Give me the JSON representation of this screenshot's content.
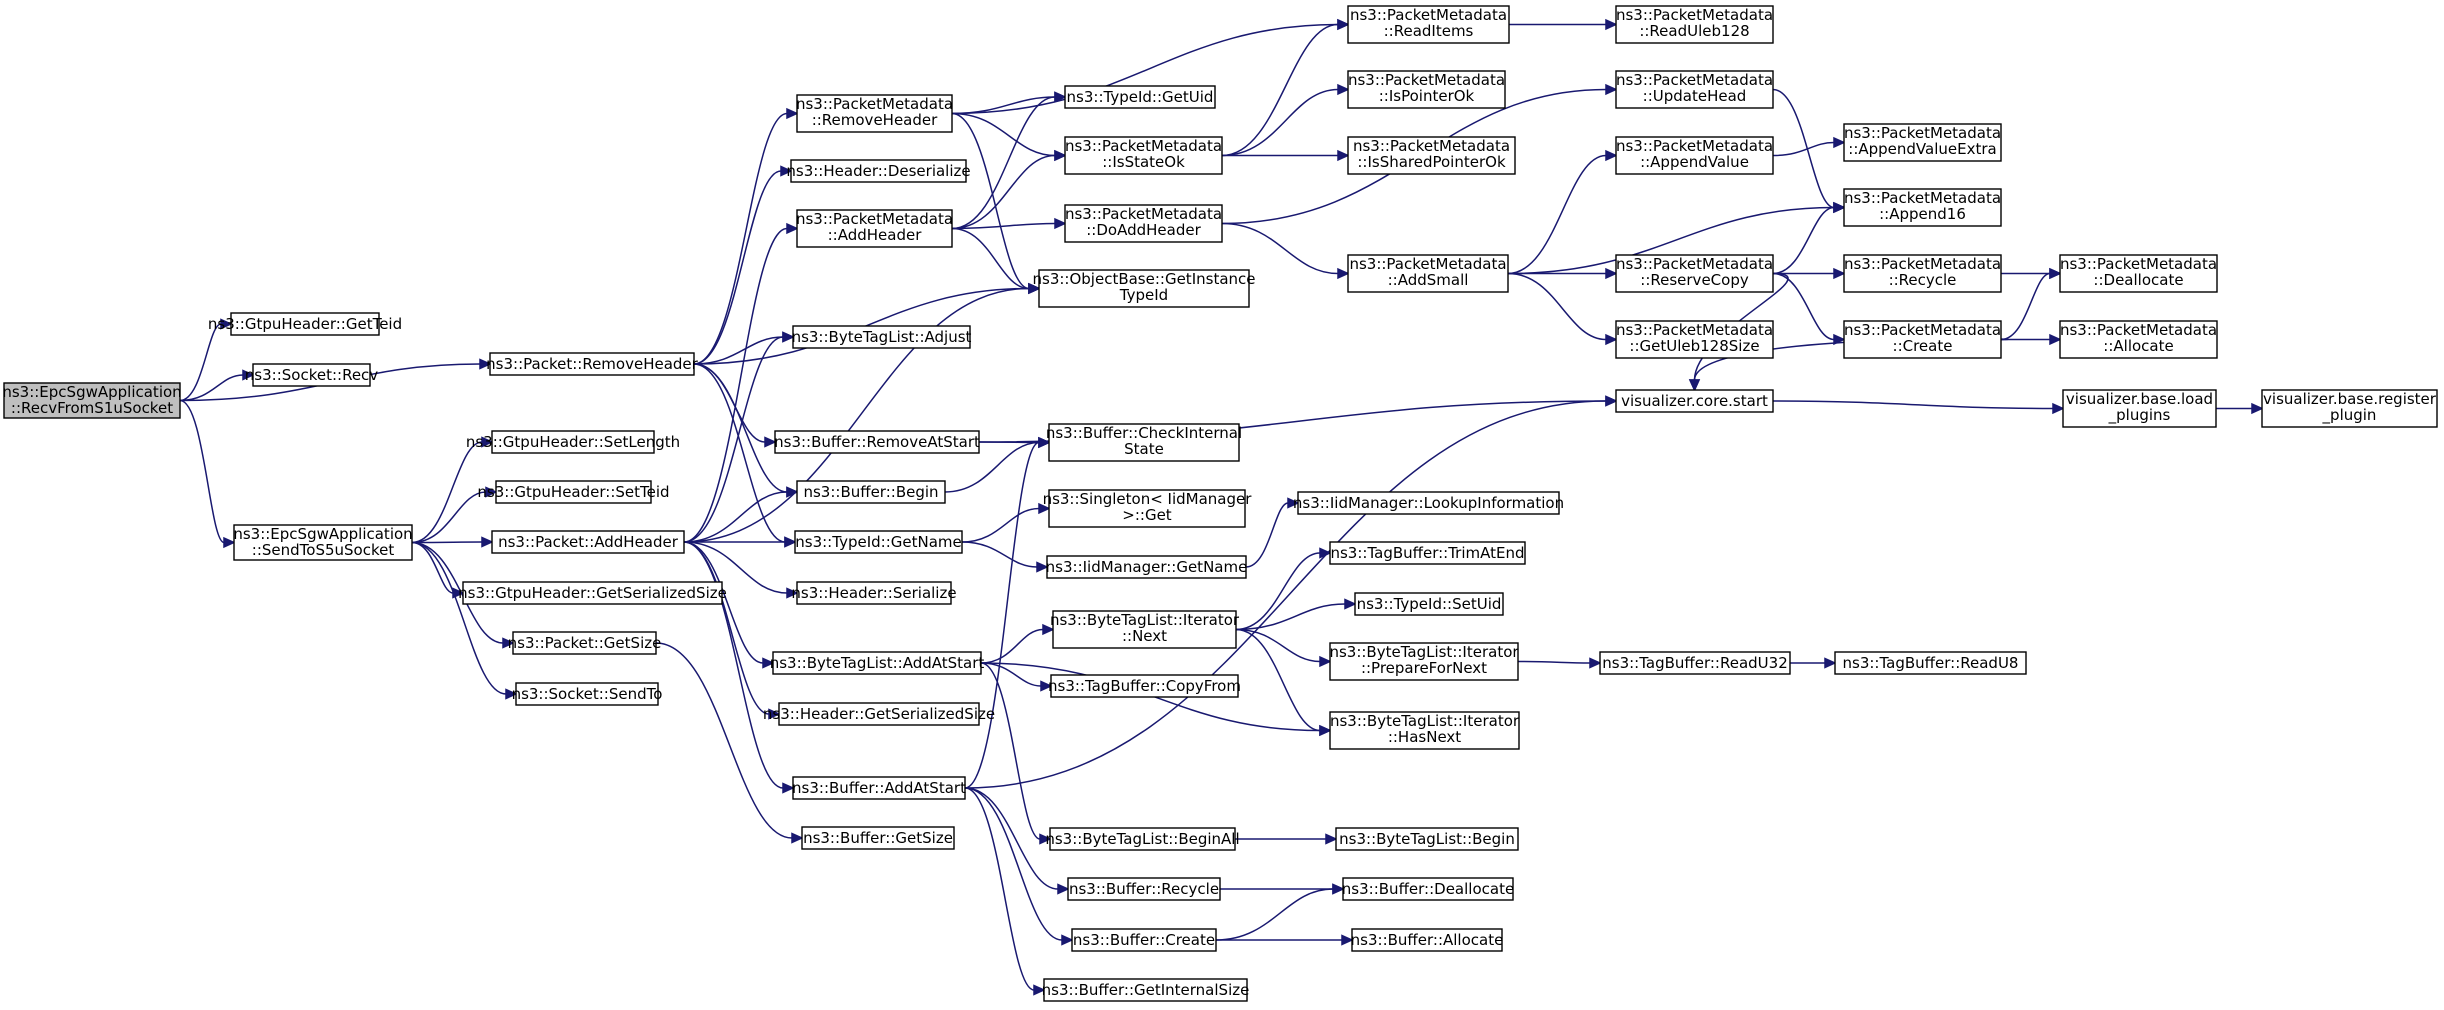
{
  "colors": {
    "edge": "#191970",
    "node_fill": "#ffffff",
    "root_fill": "#bfbfbf",
    "node_stroke": "#000000"
  },
  "nodes": [
    {
      "id": "recv_s1u",
      "lines": [
        "ns3::EpcSgwApplication",
        "::RecvFromS1uSocket"
      ],
      "root": true
    },
    {
      "id": "gtpu_getteid",
      "lines": [
        "ns3::GtpuHeader::GetTeid"
      ]
    },
    {
      "id": "socket_recv",
      "lines": [
        "ns3::Socket::Recv"
      ]
    },
    {
      "id": "pkt_removeheader",
      "lines": [
        "ns3::Packet::RemoveHeader"
      ]
    },
    {
      "id": "send_s5u",
      "lines": [
        "ns3::EpcSgwApplication",
        "::SendToS5uSocket"
      ]
    },
    {
      "id": "gtpu_setlength",
      "lines": [
        "ns3::GtpuHeader::SetLength"
      ]
    },
    {
      "id": "gtpu_setteid",
      "lines": [
        "ns3::GtpuHeader::SetTeid"
      ]
    },
    {
      "id": "pkt_addheader",
      "lines": [
        "ns3::Packet::AddHeader"
      ]
    },
    {
      "id": "gtpu_getsersize",
      "lines": [
        "ns3::GtpuHeader::GetSerializedSize"
      ]
    },
    {
      "id": "pkt_getsize",
      "lines": [
        "ns3::Packet::GetSize"
      ]
    },
    {
      "id": "socket_sendto",
      "lines": [
        "ns3::Socket::SendTo"
      ]
    },
    {
      "id": "pm_removeheader",
      "lines": [
        "ns3::PacketMetadata",
        "::RemoveHeader"
      ]
    },
    {
      "id": "hdr_deserialize",
      "lines": [
        "ns3::Header::Deserialize"
      ]
    },
    {
      "id": "pm_addheader",
      "lines": [
        "ns3::PacketMetadata",
        "::AddHeader"
      ]
    },
    {
      "id": "btl_adjust",
      "lines": [
        "ns3::ByteTagList::Adjust"
      ]
    },
    {
      "id": "buf_removeatstart",
      "lines": [
        "ns3::Buffer::RemoveAtStart"
      ]
    },
    {
      "id": "buf_begin",
      "lines": [
        "ns3::Buffer::Begin"
      ]
    },
    {
      "id": "typeid_getname",
      "lines": [
        "ns3::TypeId::GetName"
      ]
    },
    {
      "id": "hdr_serialize",
      "lines": [
        "ns3::Header::Serialize"
      ]
    },
    {
      "id": "btl_addatstart",
      "lines": [
        "ns3::ByteTagList::AddAtStart"
      ]
    },
    {
      "id": "hdr_getsersize",
      "lines": [
        "ns3::Header::GetSerializedSize"
      ]
    },
    {
      "id": "buf_addatstart",
      "lines": [
        "ns3::Buffer::AddAtStart"
      ]
    },
    {
      "id": "buf_getsize",
      "lines": [
        "ns3::Buffer::GetSize"
      ]
    },
    {
      "id": "typeid_getuid",
      "lines": [
        "ns3::TypeId::GetUid"
      ]
    },
    {
      "id": "pm_isstateok",
      "lines": [
        "ns3::PacketMetadata",
        "::IsStateOk"
      ]
    },
    {
      "id": "pm_doaddheader",
      "lines": [
        "ns3::PacketMetadata",
        "::DoAddHeader"
      ]
    },
    {
      "id": "objbase_getinstancetypeid",
      "lines": [
        "ns3::ObjectBase::GetInstance",
        "TypeId"
      ]
    },
    {
      "id": "buf_checkinternalstate",
      "lines": [
        "ns3::Buffer::CheckInternal",
        "State"
      ]
    },
    {
      "id": "singleton_get",
      "lines": [
        "ns3::Singleton< IidManager",
        ">::Get"
      ]
    },
    {
      "id": "iid_getname",
      "lines": [
        "ns3::IidManager::GetName"
      ]
    },
    {
      "id": "btl_iter_next",
      "lines": [
        "ns3::ByteTagList::Iterator",
        "::Next"
      ]
    },
    {
      "id": "tagbuf_copyfrom",
      "lines": [
        "ns3::TagBuffer::CopyFrom"
      ]
    },
    {
      "id": "btl_beginall",
      "lines": [
        "ns3::ByteTagList::BeginAll"
      ]
    },
    {
      "id": "buf_recycle",
      "lines": [
        "ns3::Buffer::Recycle"
      ]
    },
    {
      "id": "buf_create",
      "lines": [
        "ns3::Buffer::Create"
      ]
    },
    {
      "id": "buf_getinternalsize",
      "lines": [
        "ns3::Buffer::GetInternalSize"
      ]
    },
    {
      "id": "pm_readitems",
      "lines": [
        "ns3::PacketMetadata",
        "::ReadItems"
      ]
    },
    {
      "id": "pm_ispointerok",
      "lines": [
        "ns3::PacketMetadata",
        "::IsPointerOk"
      ]
    },
    {
      "id": "pm_issharedpointerok",
      "lines": [
        "ns3::PacketMetadata",
        "::IsSharedPointerOk"
      ]
    },
    {
      "id": "pm_addsmall",
      "lines": [
        "ns3::PacketMetadata",
        "::AddSmall"
      ]
    },
    {
      "id": "iid_lookupinformation",
      "lines": [
        "ns3::IidManager::LookupInformation"
      ]
    },
    {
      "id": "tagbuf_trimatend",
      "lines": [
        "ns3::TagBuffer::TrimAtEnd"
      ]
    },
    {
      "id": "typeid_setuid",
      "lines": [
        "ns3::TypeId::SetUid"
      ]
    },
    {
      "id": "btl_iter_prepare",
      "lines": [
        "ns3::ByteTagList::Iterator",
        "::PrepareForNext"
      ]
    },
    {
      "id": "btl_iter_hasnext",
      "lines": [
        "ns3::ByteTagList::Iterator",
        "::HasNext"
      ]
    },
    {
      "id": "btl_begin",
      "lines": [
        "ns3::ByteTagList::Begin"
      ]
    },
    {
      "id": "buf_deallocate",
      "lines": [
        "ns3::Buffer::Deallocate"
      ]
    },
    {
      "id": "buf_allocate",
      "lines": [
        "ns3::Buffer::Allocate"
      ]
    },
    {
      "id": "pm_readuleb128",
      "lines": [
        "ns3::PacketMetadata",
        "::ReadUleb128"
      ]
    },
    {
      "id": "pm_updatehead",
      "lines": [
        "ns3::PacketMetadata",
        "::UpdateHead"
      ]
    },
    {
      "id": "pm_appendvalue",
      "lines": [
        "ns3::PacketMetadata",
        "::AppendValue"
      ]
    },
    {
      "id": "pm_reservecopy",
      "lines": [
        "ns3::PacketMetadata",
        "::ReserveCopy"
      ]
    },
    {
      "id": "pm_getuleb128size",
      "lines": [
        "ns3::PacketMetadata",
        "::GetUleb128Size"
      ]
    },
    {
      "id": "vis_core_start",
      "lines": [
        "visualizer.core.start"
      ]
    },
    {
      "id": "tagbuf_readu32",
      "lines": [
        "ns3::TagBuffer::ReadU32"
      ]
    },
    {
      "id": "pm_appendvalueextra",
      "lines": [
        "ns3::PacketMetadata",
        "::AppendValueExtra"
      ]
    },
    {
      "id": "pm_append16",
      "lines": [
        "ns3::PacketMetadata",
        "::Append16"
      ]
    },
    {
      "id": "pm_recycle",
      "lines": [
        "ns3::PacketMetadata",
        "::Recycle"
      ]
    },
    {
      "id": "pm_create",
      "lines": [
        "ns3::PacketMetadata",
        "::Create"
      ]
    },
    {
      "id": "vis_base_loadplugins",
      "lines": [
        "visualizer.base.load",
        "_plugins"
      ]
    },
    {
      "id": "tagbuf_readu8",
      "lines": [
        "ns3::TagBuffer::ReadU8"
      ]
    },
    {
      "id": "pm_deallocate",
      "lines": [
        "ns3::PacketMetadata",
        "::Deallocate"
      ]
    },
    {
      "id": "pm_allocate",
      "lines": [
        "ns3::PacketMetadata",
        "::Allocate"
      ]
    },
    {
      "id": "vis_base_registerplugin",
      "lines": [
        "visualizer.base.register",
        "_plugin"
      ]
    }
  ],
  "edges": [
    [
      "recv_s1u",
      "gtpu_getteid"
    ],
    [
      "recv_s1u",
      "socket_recv"
    ],
    [
      "recv_s1u",
      "pkt_removeheader"
    ],
    [
      "recv_s1u",
      "send_s5u"
    ],
    [
      "pkt_removeheader",
      "pm_removeheader"
    ],
    [
      "pkt_removeheader",
      "hdr_deserialize"
    ],
    [
      "pkt_removeheader",
      "objbase_getinstancetypeid"
    ],
    [
      "pkt_removeheader",
      "btl_adjust"
    ],
    [
      "pkt_removeheader",
      "buf_removeatstart"
    ],
    [
      "pkt_removeheader",
      "buf_begin"
    ],
    [
      "pkt_removeheader",
      "typeid_getname"
    ],
    [
      "send_s5u",
      "gtpu_setlength"
    ],
    [
      "send_s5u",
      "gtpu_setteid"
    ],
    [
      "send_s5u",
      "pkt_addheader"
    ],
    [
      "send_s5u",
      "gtpu_getsersize"
    ],
    [
      "send_s5u",
      "pkt_getsize"
    ],
    [
      "send_s5u",
      "socket_sendto"
    ],
    [
      "pkt_addheader",
      "pm_addheader"
    ],
    [
      "pkt_addheader",
      "objbase_getinstancetypeid"
    ],
    [
      "pkt_addheader",
      "btl_adjust"
    ],
    [
      "pkt_addheader",
      "buf_begin"
    ],
    [
      "pkt_addheader",
      "typeid_getname"
    ],
    [
      "pkt_addheader",
      "hdr_serialize"
    ],
    [
      "pkt_addheader",
      "btl_addatstart"
    ],
    [
      "pkt_addheader",
      "hdr_getsersize"
    ],
    [
      "pkt_addheader",
      "buf_addatstart"
    ],
    [
      "pkt_getsize",
      "buf_getsize"
    ],
    [
      "pm_removeheader",
      "pm_readitems"
    ],
    [
      "pm_removeheader",
      "typeid_getuid"
    ],
    [
      "pm_removeheader",
      "pm_isstateok"
    ],
    [
      "pm_removeheader",
      "objbase_getinstancetypeid"
    ],
    [
      "pm_addheader",
      "typeid_getuid"
    ],
    [
      "pm_addheader",
      "pm_isstateok"
    ],
    [
      "pm_addheader",
      "pm_doaddheader"
    ],
    [
      "pm_addheader",
      "objbase_getinstancetypeid"
    ],
    [
      "pm_isstateok",
      "pm_readitems"
    ],
    [
      "pm_isstateok",
      "pm_ispointerok"
    ],
    [
      "pm_isstateok",
      "pm_issharedpointerok"
    ],
    [
      "pm_doaddheader",
      "pm_updatehead"
    ],
    [
      "pm_doaddheader",
      "pm_addsmall"
    ],
    [
      "pm_readitems",
      "pm_readuleb128"
    ],
    [
      "pm_addsmall",
      "pm_appendvalue"
    ],
    [
      "pm_addsmall",
      "pm_append16"
    ],
    [
      "pm_addsmall",
      "pm_reservecopy"
    ],
    [
      "pm_addsmall",
      "pm_getuleb128size"
    ],
    [
      "pm_updatehead",
      "pm_append16"
    ],
    [
      "pm_appendvalue",
      "pm_appendvalueextra"
    ],
    [
      "pm_reservecopy",
      "pm_append16"
    ],
    [
      "pm_reservecopy",
      "pm_recycle"
    ],
    [
      "pm_reservecopy",
      "pm_create"
    ],
    [
      "pm_reservecopy",
      "vis_core_start"
    ],
    [
      "pm_recycle",
      "pm_deallocate"
    ],
    [
      "pm_create",
      "pm_deallocate"
    ],
    [
      "pm_create",
      "pm_allocate"
    ],
    [
      "pm_create",
      "vis_core_start"
    ],
    [
      "vis_core_start",
      "vis_base_loadplugins"
    ],
    [
      "vis_base_loadplugins",
      "vis_base_registerplugin"
    ],
    [
      "buf_removeatstart",
      "vis_core_start"
    ],
    [
      "buf_removeatstart",
      "buf_checkinternalstate"
    ],
    [
      "buf_begin",
      "buf_checkinternalstate"
    ],
    [
      "typeid_getname",
      "singleton_get"
    ],
    [
      "typeid_getname",
      "iid_getname"
    ],
    [
      "iid_getname",
      "iid_lookupinformation"
    ],
    [
      "btl_addatstart",
      "btl_iter_next"
    ],
    [
      "btl_addatstart",
      "tagbuf_copyfrom"
    ],
    [
      "btl_addatstart",
      "btl_iter_hasnext"
    ],
    [
      "btl_addatstart",
      "btl_beginall"
    ],
    [
      "btl_iter_next",
      "tagbuf_trimatend"
    ],
    [
      "btl_iter_next",
      "typeid_setuid"
    ],
    [
      "btl_iter_next",
      "btl_iter_prepare"
    ],
    [
      "btl_iter_next",
      "btl_iter_hasnext"
    ],
    [
      "btl_iter_prepare",
      "tagbuf_readu32"
    ],
    [
      "tagbuf_readu32",
      "tagbuf_readu8"
    ],
    [
      "btl_beginall",
      "btl_begin"
    ],
    [
      "buf_addatstart",
      "vis_core_start"
    ],
    [
      "buf_addatstart",
      "buf_checkinternalstate"
    ],
    [
      "buf_addatstart",
      "buf_recycle"
    ],
    [
      "buf_addatstart",
      "buf_create"
    ],
    [
      "buf_addatstart",
      "buf_getinternalsize"
    ],
    [
      "buf_recycle",
      "buf_deallocate"
    ],
    [
      "buf_create",
      "buf_deallocate"
    ],
    [
      "buf_create",
      "buf_allocate"
    ]
  ]
}
